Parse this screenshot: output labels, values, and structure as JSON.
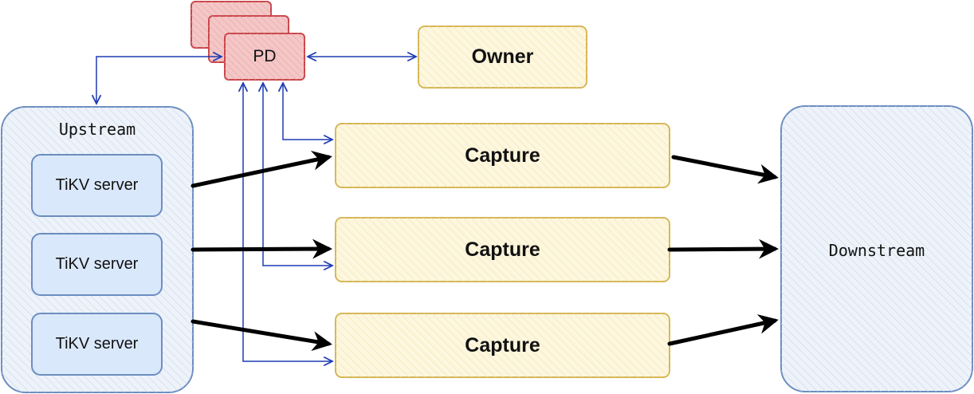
{
  "nodes": {
    "pd": "PD",
    "owner": "Owner",
    "upstream": "Upstream",
    "tikv": [
      "TiKV server",
      "TiKV server",
      "TiKV server"
    ],
    "capture": [
      "Capture",
      "Capture",
      "Capture"
    ],
    "downstream": "Downstream"
  },
  "colors": {
    "pd_fill": "#f4c7c7",
    "pd_stroke": "#c9464b",
    "owner_fill": "#fdf5d8",
    "owner_stroke": "#d6b656",
    "upstream_stroke": "#6c8ebf",
    "tikv_fill": "#dae8fc",
    "blue_line": "#1f3cb3",
    "black_arrow": "#000000"
  }
}
